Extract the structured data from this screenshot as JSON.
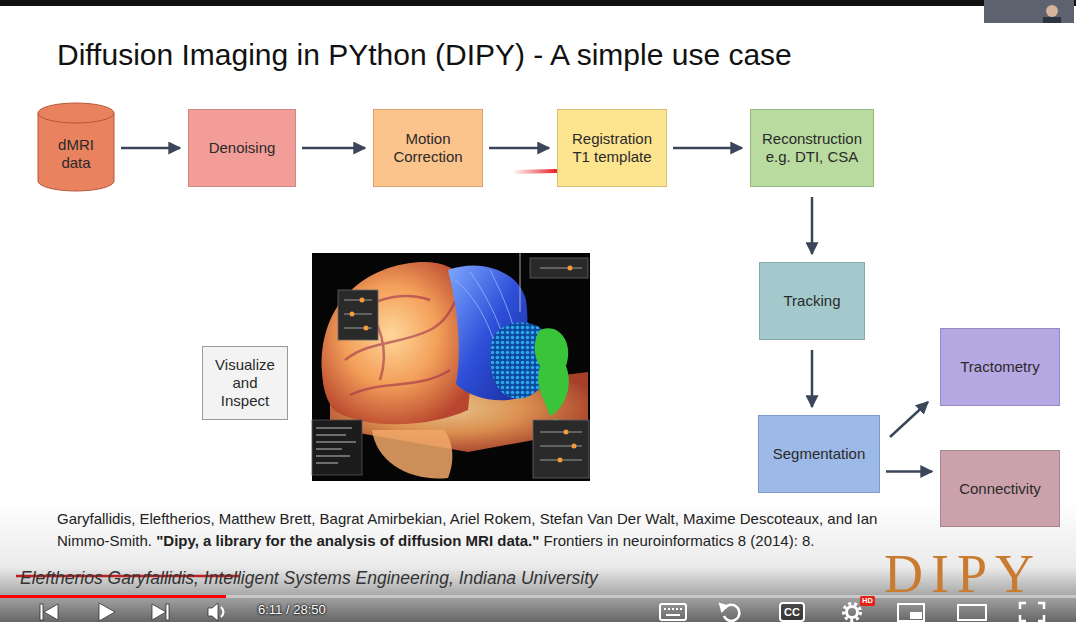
{
  "diagram": {
    "title": "Diffusion Imaging in PYthon (DIPY) - A simple use case",
    "nodes": [
      {
        "text": [
          "dMRI data"
        ]
      },
      {
        "text": [
          "Denoising"
        ]
      },
      {
        "text": [
          "Motion Correction"
        ]
      },
      {
        "text": [
          "Registration T1 template"
        ]
      },
      {
        "text": [
          "Reconstruction e.g. DTI, CSA"
        ]
      },
      {
        "text": [
          "Tracking"
        ]
      },
      {
        "text": [
          "Segmentation"
        ]
      },
      {
        "text": [
          "Tractometry"
        ]
      },
      {
        "text": [
          "Connectivity"
        ]
      },
      {
        "text": [
          "Visualize and Inspect"
        ]
      }
    ],
    "edges": [
      {
        "from": 0,
        "to": 1,
        "arrow": "to"
      },
      {
        "from": 1,
        "to": 2,
        "arrow": "to"
      },
      {
        "from": 2,
        "to": 3,
        "arrow": "to"
      },
      {
        "from": 3,
        "to": 4,
        "arrow": "to"
      },
      {
        "from": 4,
        "to": 5,
        "arrow": "to"
      },
      {
        "from": 5,
        "to": 6,
        "arrow": "to"
      },
      {
        "from": 6,
        "to": 7,
        "arrow": "to"
      },
      {
        "from": 6,
        "to": 8,
        "arrow": "to"
      }
    ],
    "labels": [
      "Garyfallidis, Eleftherios, Matthew Brett, Bagrat Amirbekian, Ariel Rokem, Stefan Van Der Walt, Maxime Descoteaux, and Ian Nimmo-Smith.",
      "\"Dipy, a library for the analysis of diffusion MRI data.\"",
      "Frontiers in neuroinformatics 8 (2014): 8.",
      "Eleftherios Garyfallidis, Intelligent Systems Engineering, Indiana University",
      "DIPY",
      "6:11 / 28:50",
      "CC",
      "HD"
    ]
  }
}
